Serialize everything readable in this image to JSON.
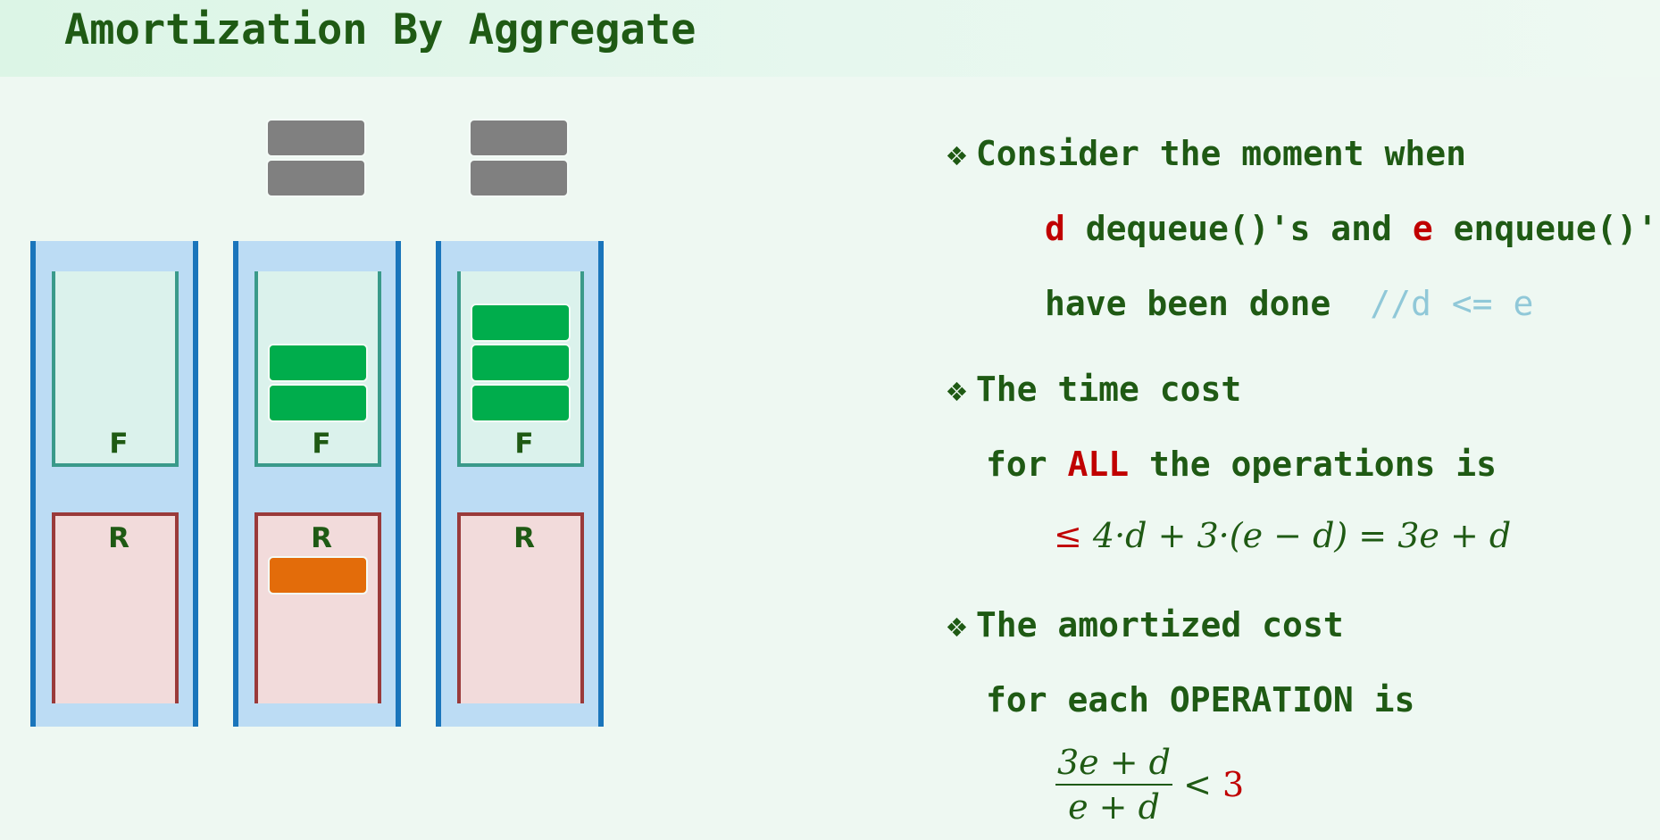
{
  "slide": {
    "title": "Amortization By Aggregate"
  },
  "diagram": {
    "labels": {
      "front": "F",
      "rear": "R"
    }
  },
  "bullets": [
    {
      "icon": "diamond-bullet-icon",
      "glyph": "❖",
      "lines": {
        "l1": "Consider the moment when",
        "l2_var_d": "d",
        "l2_mid": " dequeue()'s and ",
        "l2_var_e": "e",
        "l2_end": " enqueue()'s",
        "l3": "have been done",
        "l3_comment": "//d <= e"
      }
    },
    {
      "icon": "diamond-bullet-icon",
      "glyph": "❖",
      "lines": {
        "l1": "The time cost",
        "l2_pre": "for ",
        "l2_emph": "ALL",
        "l2_post": " the operations is",
        "formula_leq": "≤",
        "formula_rest": " 4·d + 3·(e − d)  =  3e + d"
      }
    },
    {
      "icon": "diamond-bullet-icon",
      "glyph": "❖",
      "lines": {
        "l1": "The amortized cost",
        "l2": "for each OPERATION is",
        "frac_num": "3e + d",
        "frac_den": "e + d",
        "lt": " < ",
        "bound": "3"
      }
    }
  ]
}
